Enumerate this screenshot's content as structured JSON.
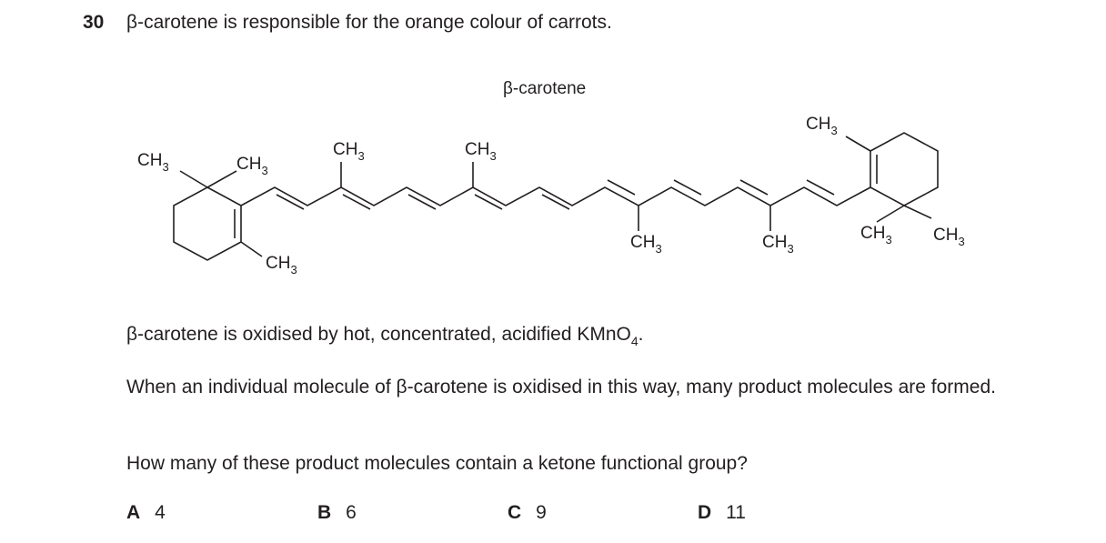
{
  "question": {
    "number": "30",
    "stem": "β-carotene is responsible for the orange colour of carrots."
  },
  "structure": {
    "caption": "β-carotene",
    "group_label_main": "CH",
    "group_label_sub": "3"
  },
  "paragraph1": {
    "text": "β-carotene is oxidised by hot, concentrated, acidified KMnO",
    "sub": "4",
    "end": "."
  },
  "paragraph2": "When an individual molecule of β-carotene is oxidised in this way, many product molecules are formed.",
  "prompt": "How many of these product molecules contain a ketone functional group?",
  "options": [
    {
      "letter": "A",
      "value": "4"
    },
    {
      "letter": "B",
      "value": "6"
    },
    {
      "letter": "C",
      "value": "9"
    },
    {
      "letter": "D",
      "value": "11"
    }
  ]
}
